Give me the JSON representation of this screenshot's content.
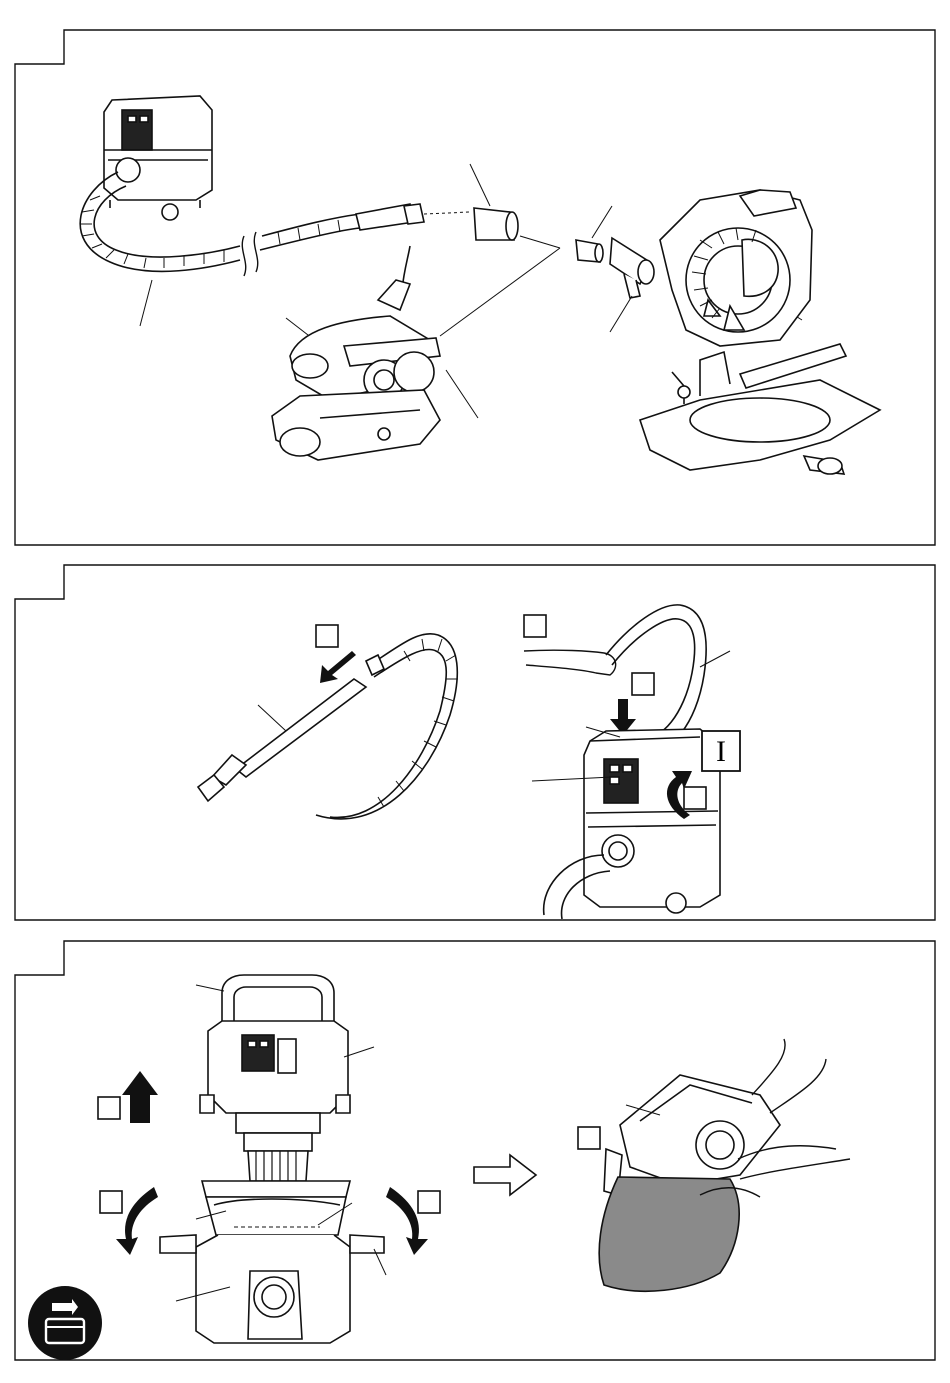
{
  "panels": [
    {
      "id": 1,
      "label": ""
    },
    {
      "id": 2,
      "label": "I"
    },
    {
      "id": 3,
      "label": ""
    }
  ],
  "panel2": {
    "switch_position_label": "I"
  },
  "icons": {
    "step_markers": "square-marker-icon",
    "arrow_right": "outline-arrow-right-icon",
    "page_icon": "dust-bag-replace-icon"
  },
  "colors": {
    "line": "#111111",
    "bag_fill": "#8a8a8a",
    "page_icon_bg": "#111111"
  }
}
